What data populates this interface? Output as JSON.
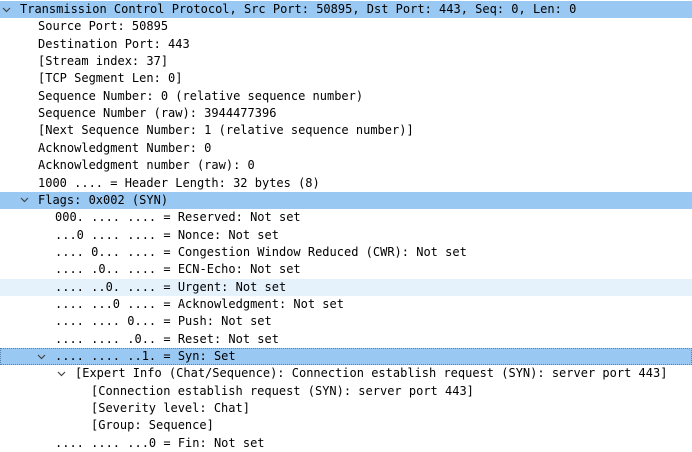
{
  "colors": {
    "selected": "#99c9f3",
    "hover": "#e5f1fb",
    "arrow": "#444444"
  },
  "rows": [
    {
      "id": "tcp-header",
      "level": 0,
      "arrow": "expanded",
      "state": "selected",
      "text": "Transmission Control Protocol, Src Port: 50895, Dst Port: 443, Seq: 0, Len: 0"
    },
    {
      "id": "source-port",
      "level": 1,
      "text": "Source Port: 50895"
    },
    {
      "id": "destination-port",
      "level": 1,
      "text": "Destination Port: 443"
    },
    {
      "id": "stream-index",
      "level": 1,
      "text": "[Stream index: 37]"
    },
    {
      "id": "tcp-segment-len",
      "level": 1,
      "text": "[TCP Segment Len: 0]"
    },
    {
      "id": "sequence-number",
      "level": 1,
      "text": "Sequence Number: 0    (relative sequence number)"
    },
    {
      "id": "sequence-number-raw",
      "level": 1,
      "text": "Sequence Number (raw): 3944477396"
    },
    {
      "id": "next-sequence-number",
      "level": 1,
      "text": "[Next Sequence Number: 1    (relative sequence number)]"
    },
    {
      "id": "acknowledgment-number",
      "level": 1,
      "text": "Acknowledgment Number: 0"
    },
    {
      "id": "acknowledgment-raw",
      "level": 1,
      "text": "Acknowledgment number (raw): 0"
    },
    {
      "id": "header-length",
      "level": 1,
      "text": "1000 .... = Header Length: 32 bytes (8)"
    },
    {
      "id": "flags",
      "level": 1,
      "arrow": "expanded",
      "state": "selected",
      "text": "Flags: 0x002 (SYN)"
    },
    {
      "id": "flag-reserved",
      "level": 2,
      "text": "000. .... .... = Reserved: Not set"
    },
    {
      "id": "flag-nonce",
      "level": 2,
      "text": "...0 .... .... = Nonce: Not set"
    },
    {
      "id": "flag-cwr",
      "level": 2,
      "text": ".... 0... .... = Congestion Window Reduced (CWR): Not set"
    },
    {
      "id": "flag-ecn-echo",
      "level": 2,
      "text": ".... .0.. .... = ECN-Echo: Not set"
    },
    {
      "id": "flag-urgent",
      "level": 2,
      "state": "hover",
      "text": ".... ..0. .... = Urgent: Not set"
    },
    {
      "id": "flag-acknowledgment",
      "level": 2,
      "text": ".... ...0 .... = Acknowledgment: Not set"
    },
    {
      "id": "flag-push",
      "level": 2,
      "text": ".... .... 0... = Push: Not set"
    },
    {
      "id": "flag-reset",
      "level": 2,
      "text": ".... .... .0.. = Reset: Not set"
    },
    {
      "id": "flag-syn",
      "level": 2,
      "arrow": "expanded",
      "state": "selected",
      "focused": true,
      "text": ".... .... ..1. = Syn: Set"
    },
    {
      "id": "expert-info",
      "level": 3,
      "arrow": "expanded",
      "text": "[Expert Info (Chat/Sequence): Connection establish request (SYN): server port 443]"
    },
    {
      "id": "expert-message",
      "level": 4,
      "text": "[Connection establish request (SYN): server port 443]"
    },
    {
      "id": "severity-level",
      "level": 4,
      "text": "[Severity level: Chat]"
    },
    {
      "id": "group",
      "level": 4,
      "text": "[Group: Sequence]"
    },
    {
      "id": "flag-fin",
      "level": 2,
      "text": ".... .... ...0 = Fin: Not set"
    }
  ]
}
